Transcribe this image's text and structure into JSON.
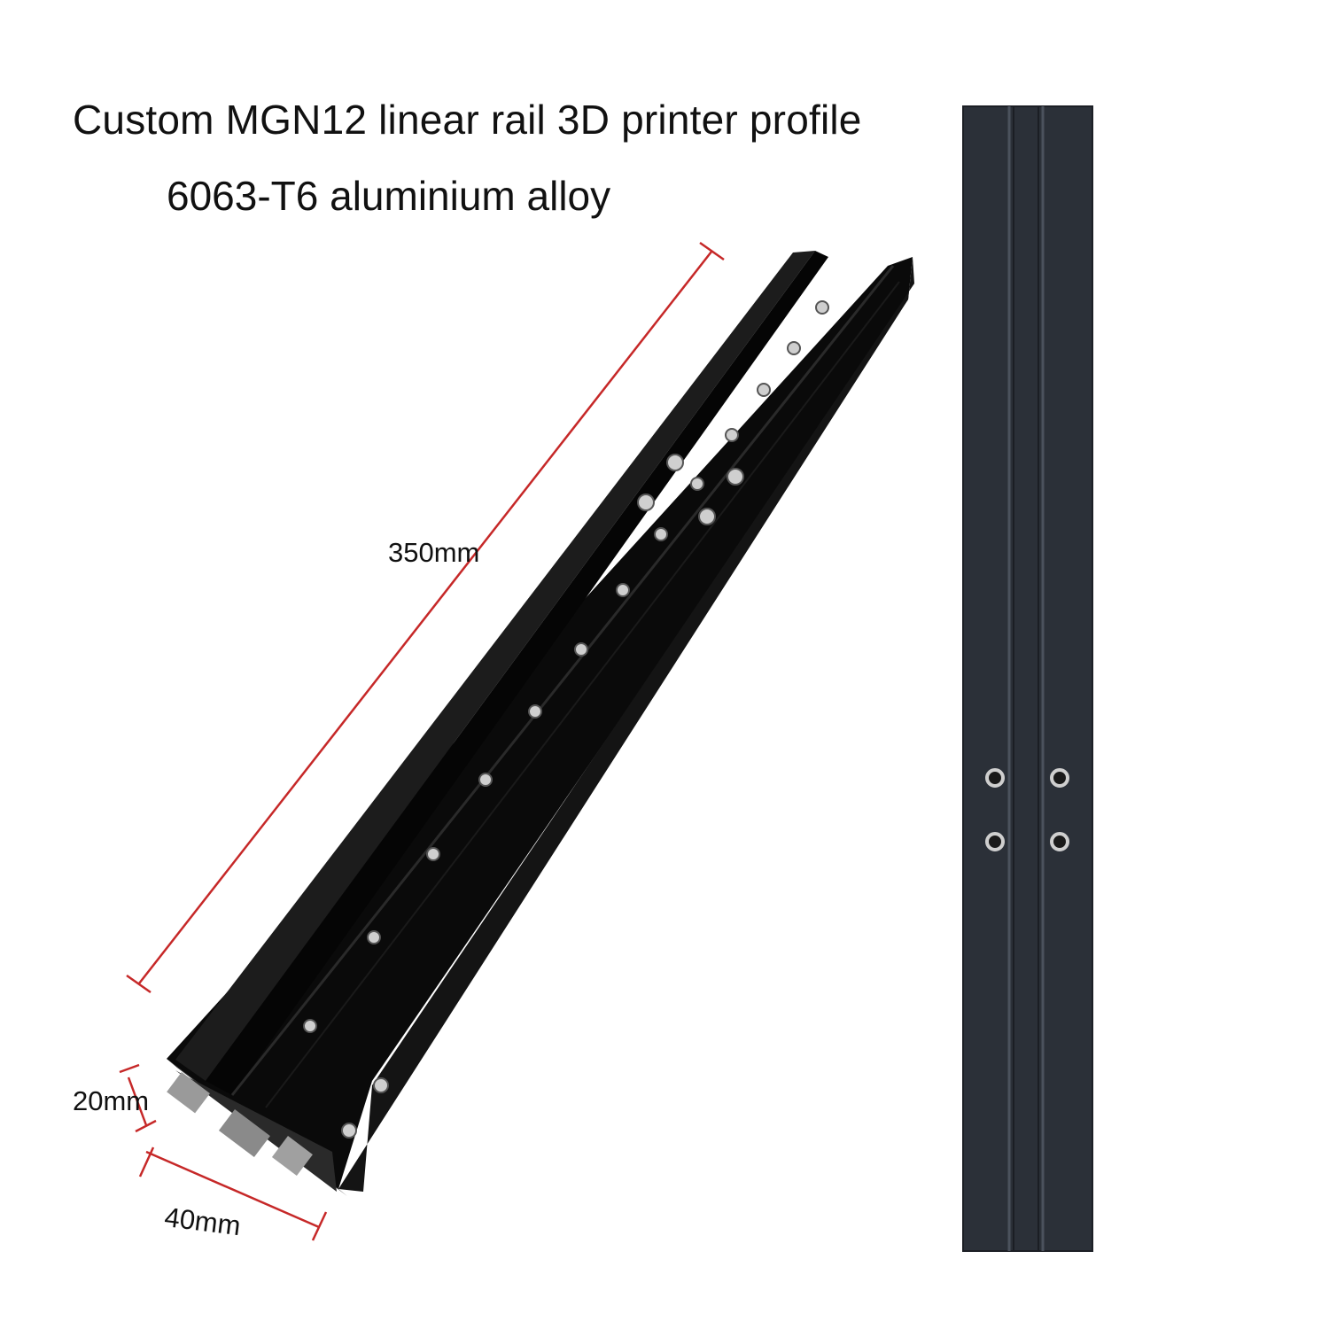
{
  "heading": {
    "title": "Custom MGN12 linear rail 3D printer profile",
    "material": "6063-T6 aluminium alloy"
  },
  "dimensions": {
    "length": "350mm",
    "height": "20mm",
    "width": "40mm"
  },
  "colors": {
    "profile": "#0b0b0b",
    "profile_top_view": "#2b3038",
    "dimension_line": "#c62828",
    "text": "#111111"
  }
}
